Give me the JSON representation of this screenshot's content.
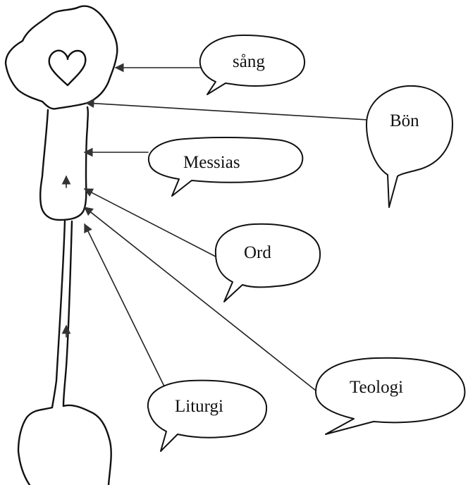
{
  "bubbles": {
    "sang": "sång",
    "bon": "Bön",
    "messias": "Messias",
    "ord": "Ord",
    "liturgi": "Liturgi",
    "teologi": "Teologi"
  },
  "icons": {
    "heart": "heart-icon"
  }
}
